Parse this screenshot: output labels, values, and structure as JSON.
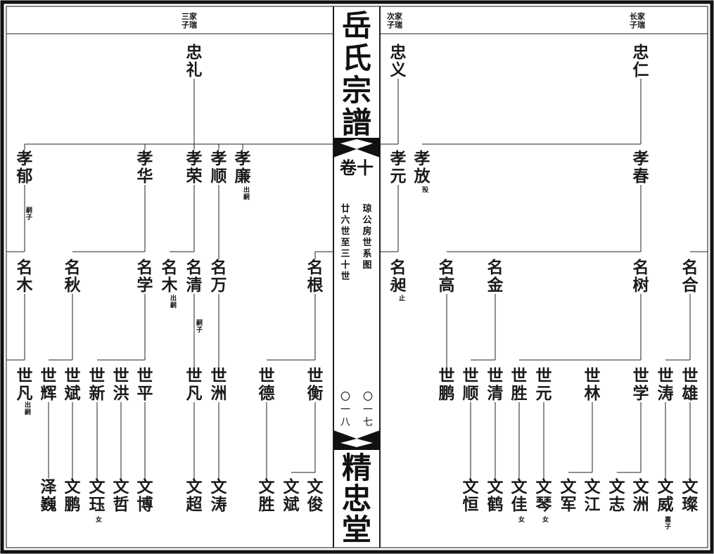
{
  "spine": {
    "title": "岳氏宗譜",
    "volume": "卷十",
    "branch_title": "琼公房世系图",
    "generations": "廿六世至三十世",
    "page_left": "〇一八",
    "page_right": "〇一七",
    "hall": "精忠堂"
  },
  "branches": {
    "third": [
      "三家",
      "子瑞"
    ],
    "second": [
      "次家",
      "子瑞"
    ],
    "eldest": [
      "长家",
      "子瑞"
    ]
  },
  "names": {
    "zhongli": "忠礼",
    "zhongyi": "忠义",
    "zhongren": "忠仁",
    "xiaoyu": "孝郁",
    "xiaohua": "孝华",
    "xiaorong": "孝荣",
    "xiaoshun": "孝顺",
    "xiaolian": "孝廉",
    "xiaoyuan": "孝元",
    "xiaofang": "孝放",
    "xiaochun": "孝春",
    "mingmu1": "名木",
    "mingqiu": "名秋",
    "mingxue": "名学",
    "mingmu2": "名木",
    "mingqing": "名清",
    "mingwan": "名万",
    "minggen": "名根",
    "mingzhao": "名昶",
    "minggao": "名高",
    "mingjin": "名金",
    "mingshu": "名树",
    "minghe": "名合",
    "shifan1": "世凡",
    "shihui": "世辉",
    "shibin": "世斌",
    "shixin": "世新",
    "shihong": "世洪",
    "shiping": "世平",
    "shifan2": "世凡",
    "shizhou": "世洲",
    "shide": "世德",
    "shiheng": "世衡",
    "shipeng": "世鹏",
    "shishun": "世顺",
    "shiqing": "世清",
    "shisheng": "世胜",
    "shiyuan": "世元",
    "shilin": "世林",
    "shixue": "世学",
    "shitao": "世涛",
    "shixiong": "世雄",
    "zewei": "泽巍",
    "wenpeng": "文鹏",
    "wenyu": "文珏",
    "wenzhe": "文哲",
    "wenbo": "文博",
    "wenchao": "文超",
    "wentao": "文涛",
    "wensheng": "文胜",
    "wenbin": "文斌",
    "wenjun": "文俊",
    "wenheng": "文恒",
    "wenhe": "文鹤",
    "wenjia": "文佳",
    "wenqin": "文琴",
    "wenjun2": "文军",
    "wenjiang": "文江",
    "wenzhi": "文志",
    "wenzhou": "文洲",
    "wenwei": "文威",
    "wencan": "文璨"
  },
  "notes": {
    "xiaolian": "出嗣",
    "xiaoyu": "嗣子",
    "xiaofang": "殁",
    "mingmu2": "出嗣",
    "mingqing": "嗣子",
    "mingzhao": "止",
    "shifan1": "出嗣",
    "wenyu": "女",
    "wenjia": "女",
    "wenqin": "女",
    "wenwei": "嘉子"
  }
}
